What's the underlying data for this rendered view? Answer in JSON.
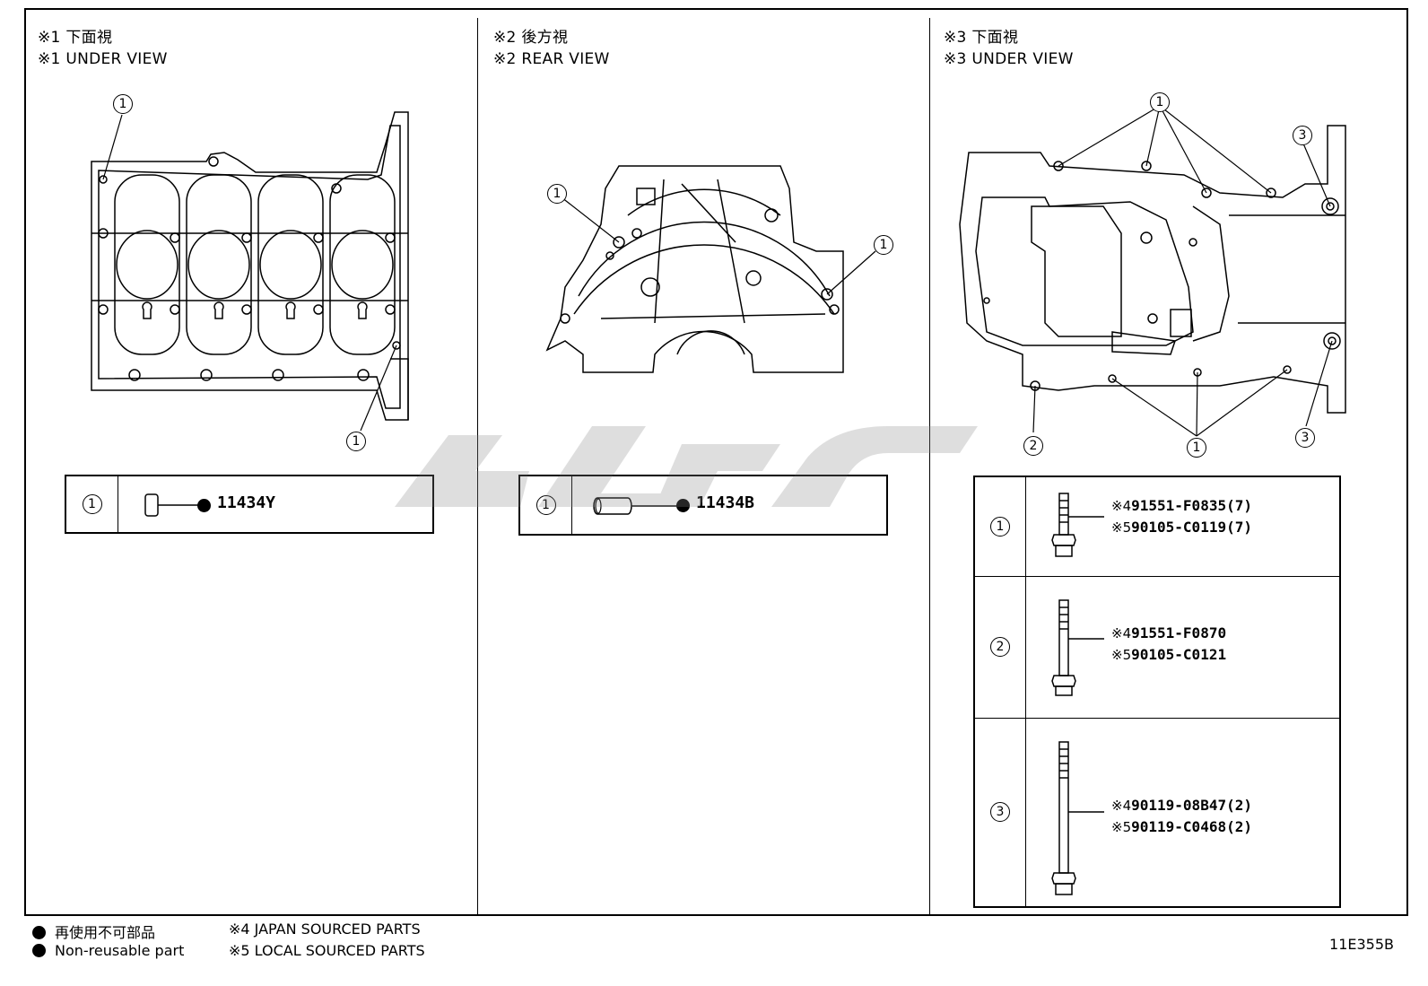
{
  "panels": [
    {
      "title_jp": "※1 下面視",
      "title_en": "※1 UNDER VIEW",
      "callouts": [
        "1",
        "1"
      ],
      "parts": [
        {
          "ref": "1",
          "part_number": "11434Y",
          "non_reusable": true
        }
      ]
    },
    {
      "title_jp": "※2 後方視",
      "title_en": "※2 REAR VIEW",
      "callouts": [
        "1",
        "1"
      ],
      "parts": [
        {
          "ref": "1",
          "part_number": "11434B",
          "non_reusable": true
        }
      ]
    },
    {
      "title_jp": "※3 下面視",
      "title_en": "※3 UNDER VIEW",
      "callouts": [
        "1",
        "3",
        "2",
        "1",
        "3"
      ],
      "parts": [
        {
          "ref": "1",
          "japan": "91551-F0835(7)",
          "local": "90105-C0119(7)"
        },
        {
          "ref": "2",
          "japan": "91551-F0870",
          "local": "90105-C0121"
        },
        {
          "ref": "3",
          "japan": "90119-08B47(2)",
          "local": "90119-C0468(2)"
        }
      ]
    }
  ],
  "marks": {
    "japan": "※4",
    "local": "※5"
  },
  "legend": {
    "non_reusable_jp": "再使用不可部品",
    "non_reusable_en": "Non-reusable part",
    "japan_sourced": "※4 JAPAN SOURCED PARTS",
    "local_sourced": "※5 LOCAL SOURCED PARTS"
  },
  "illustration_code": "11E355B",
  "colors": {
    "line": "#000000",
    "watermark": "#8a8a8a"
  }
}
